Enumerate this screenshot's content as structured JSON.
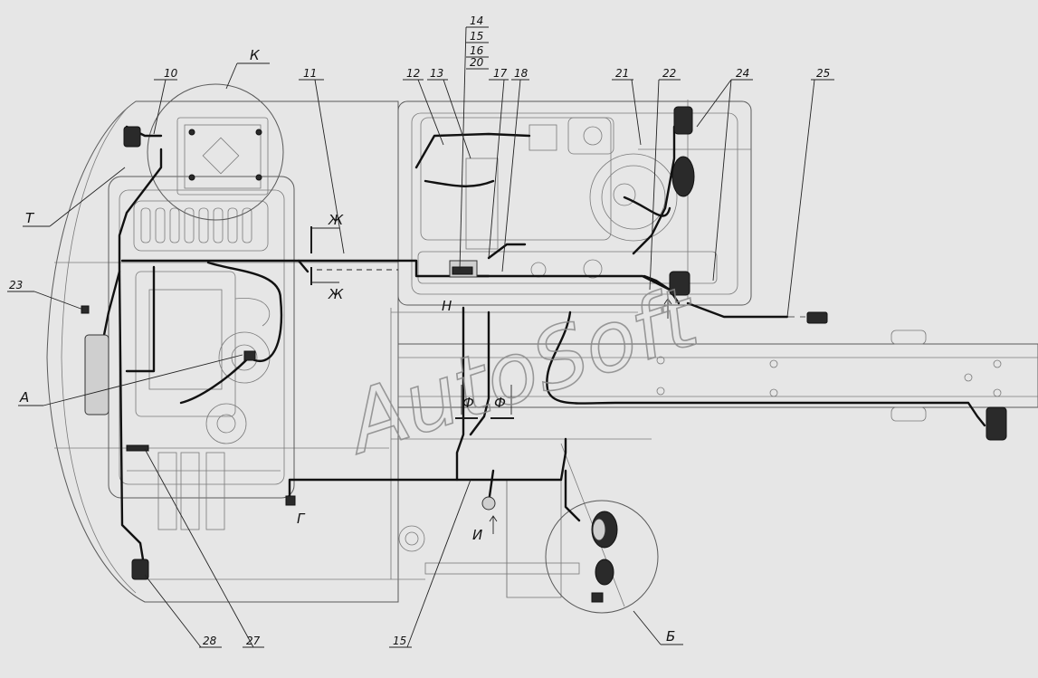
{
  "watermark": "AutoSoft",
  "callouts": [
    {
      "id": "c10",
      "text": "10"
    },
    {
      "id": "c11",
      "text": "11"
    },
    {
      "id": "c12",
      "text": "12"
    },
    {
      "id": "c13",
      "text": "13"
    },
    {
      "id": "c14",
      "text": "14"
    },
    {
      "id": "c15a",
      "text": "15"
    },
    {
      "id": "c16",
      "text": "16"
    },
    {
      "id": "c20",
      "text": "20"
    },
    {
      "id": "c17",
      "text": "17"
    },
    {
      "id": "c18",
      "text": "18"
    },
    {
      "id": "c21",
      "text": "21"
    },
    {
      "id": "c22",
      "text": "22"
    },
    {
      "id": "c24",
      "text": "24"
    },
    {
      "id": "c25",
      "text": "25"
    },
    {
      "id": "c23",
      "text": "23"
    },
    {
      "id": "c28",
      "text": "28"
    },
    {
      "id": "c27",
      "text": "27"
    },
    {
      "id": "c15b",
      "text": "15"
    }
  ],
  "views": {
    "K": "К",
    "T": "Т",
    "A": "А",
    "B": "Б",
    "G": "Г",
    "I": "И",
    "N": "Н",
    "Zh1": "Ж",
    "Zh2": "Ж",
    "F1": "Ф",
    "F2": "Ф"
  }
}
